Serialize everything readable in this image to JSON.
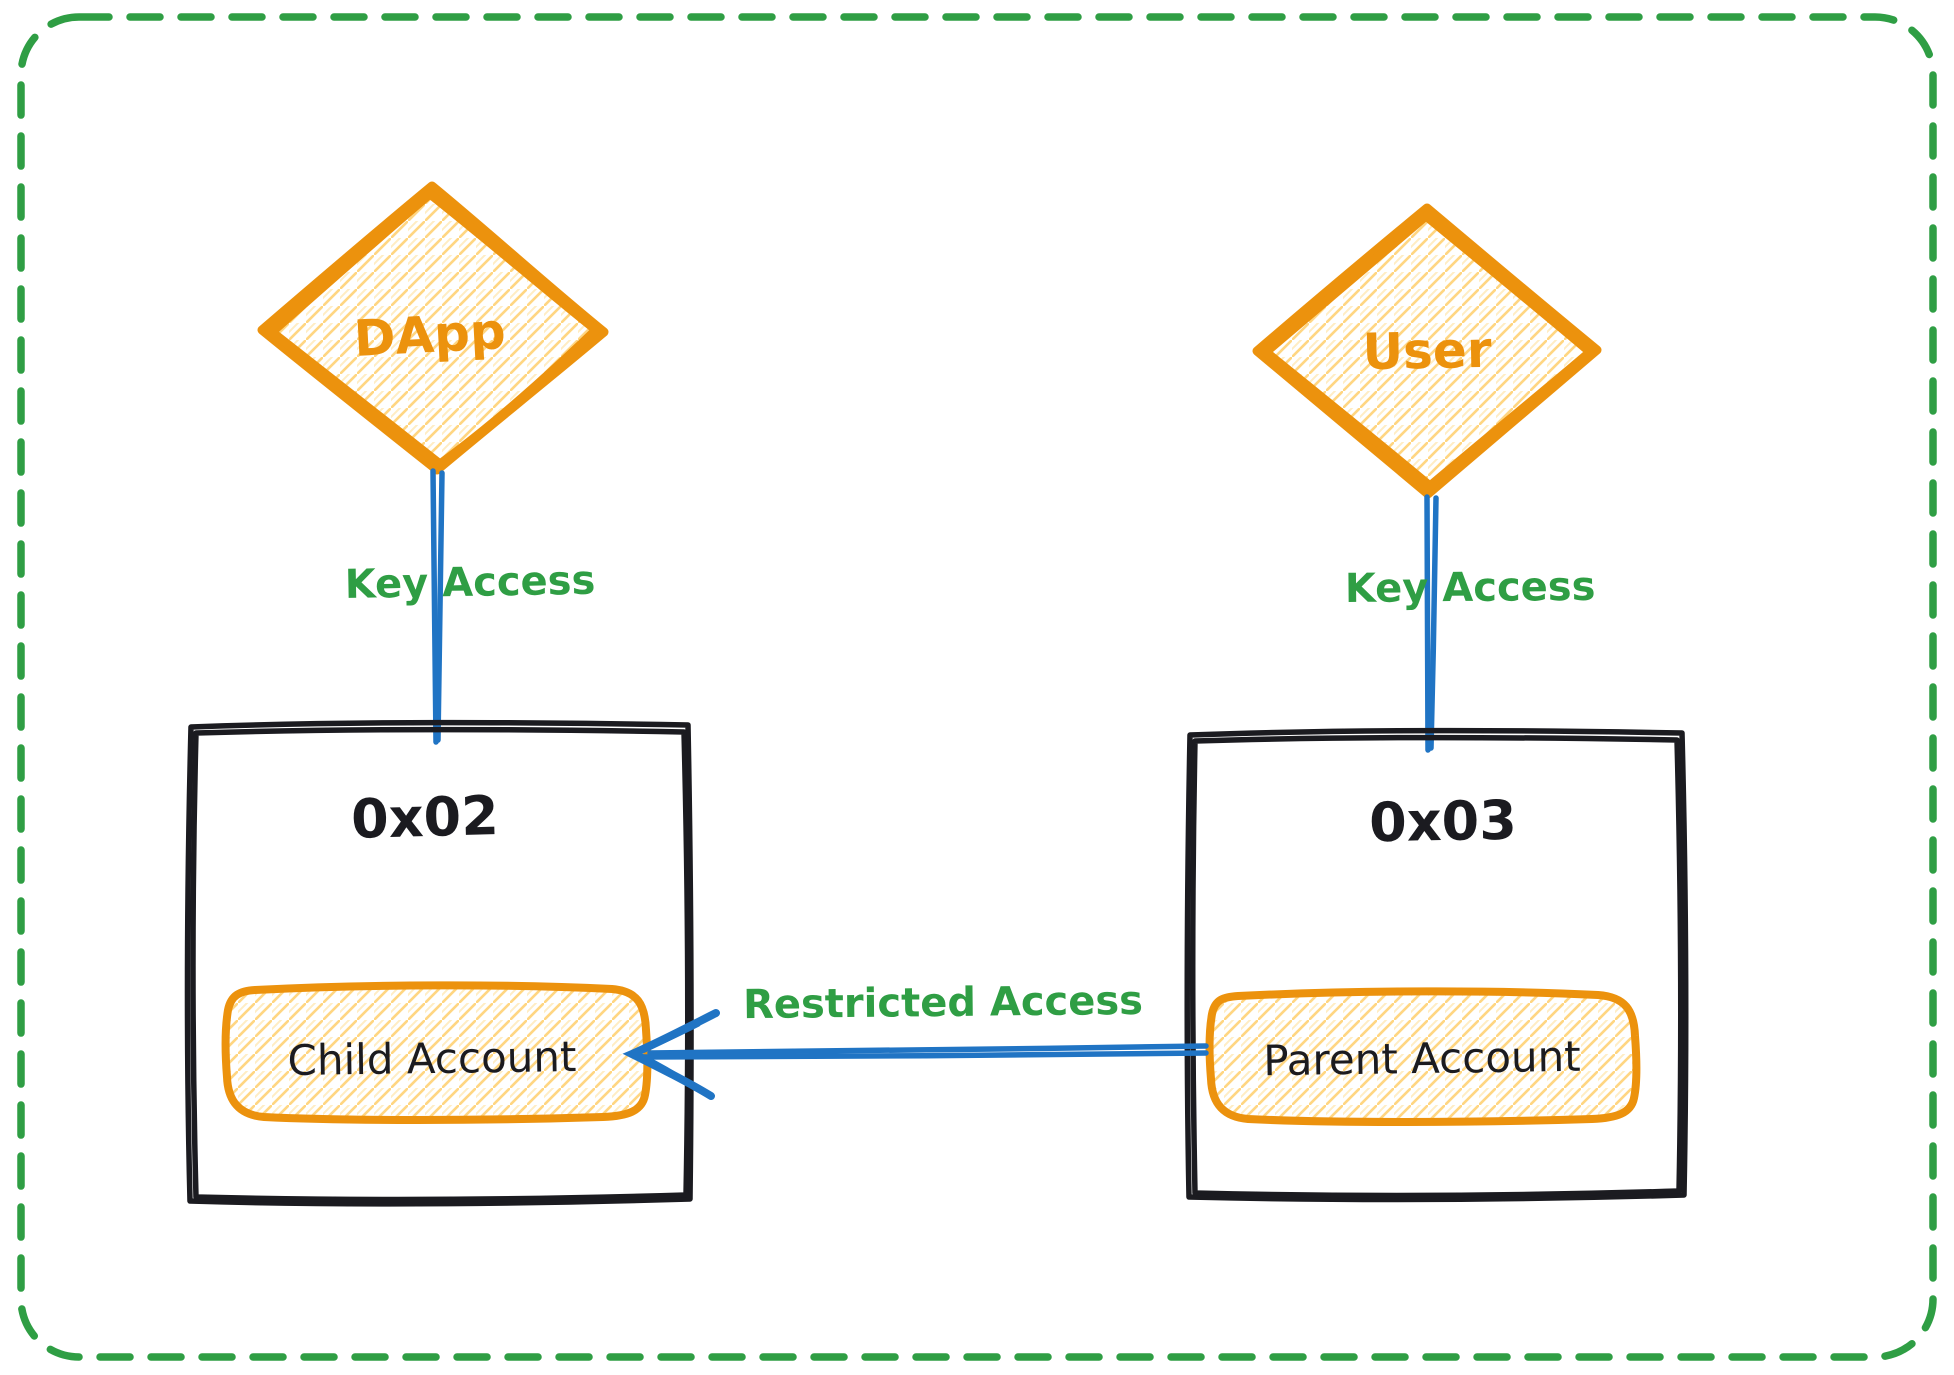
{
  "diagram": {
    "style": "hand-drawn whiteboard sketch",
    "border": "green dashed rounded rectangle"
  },
  "colors": {
    "green": "#2f9e44",
    "orange": "#ec920d",
    "orange_fill": "#ffd682",
    "orange_fill_light": "#ffedc4",
    "blue": "#2074c4",
    "ink": "#1b1b20",
    "background": "#ffffff"
  },
  "nodes": {
    "dapp": {
      "label": "DApp",
      "shape": "diamond"
    },
    "user": {
      "label": "User",
      "shape": "diamond"
    },
    "account_0x02": {
      "title": "0x02",
      "child_account": {
        "label": "Child Account"
      }
    },
    "account_0x03": {
      "title": "0x03",
      "parent_account": {
        "label": "Parent Account"
      }
    }
  },
  "edges": {
    "dapp_key_access": {
      "label": "Key Access",
      "from": "DApp",
      "to": "0x02"
    },
    "user_key_access": {
      "label": "Key Access",
      "from": "User",
      "to": "0x03"
    },
    "restricted_access": {
      "label": "Restricted Access",
      "from": "Parent Account",
      "to": "Child Account"
    }
  }
}
